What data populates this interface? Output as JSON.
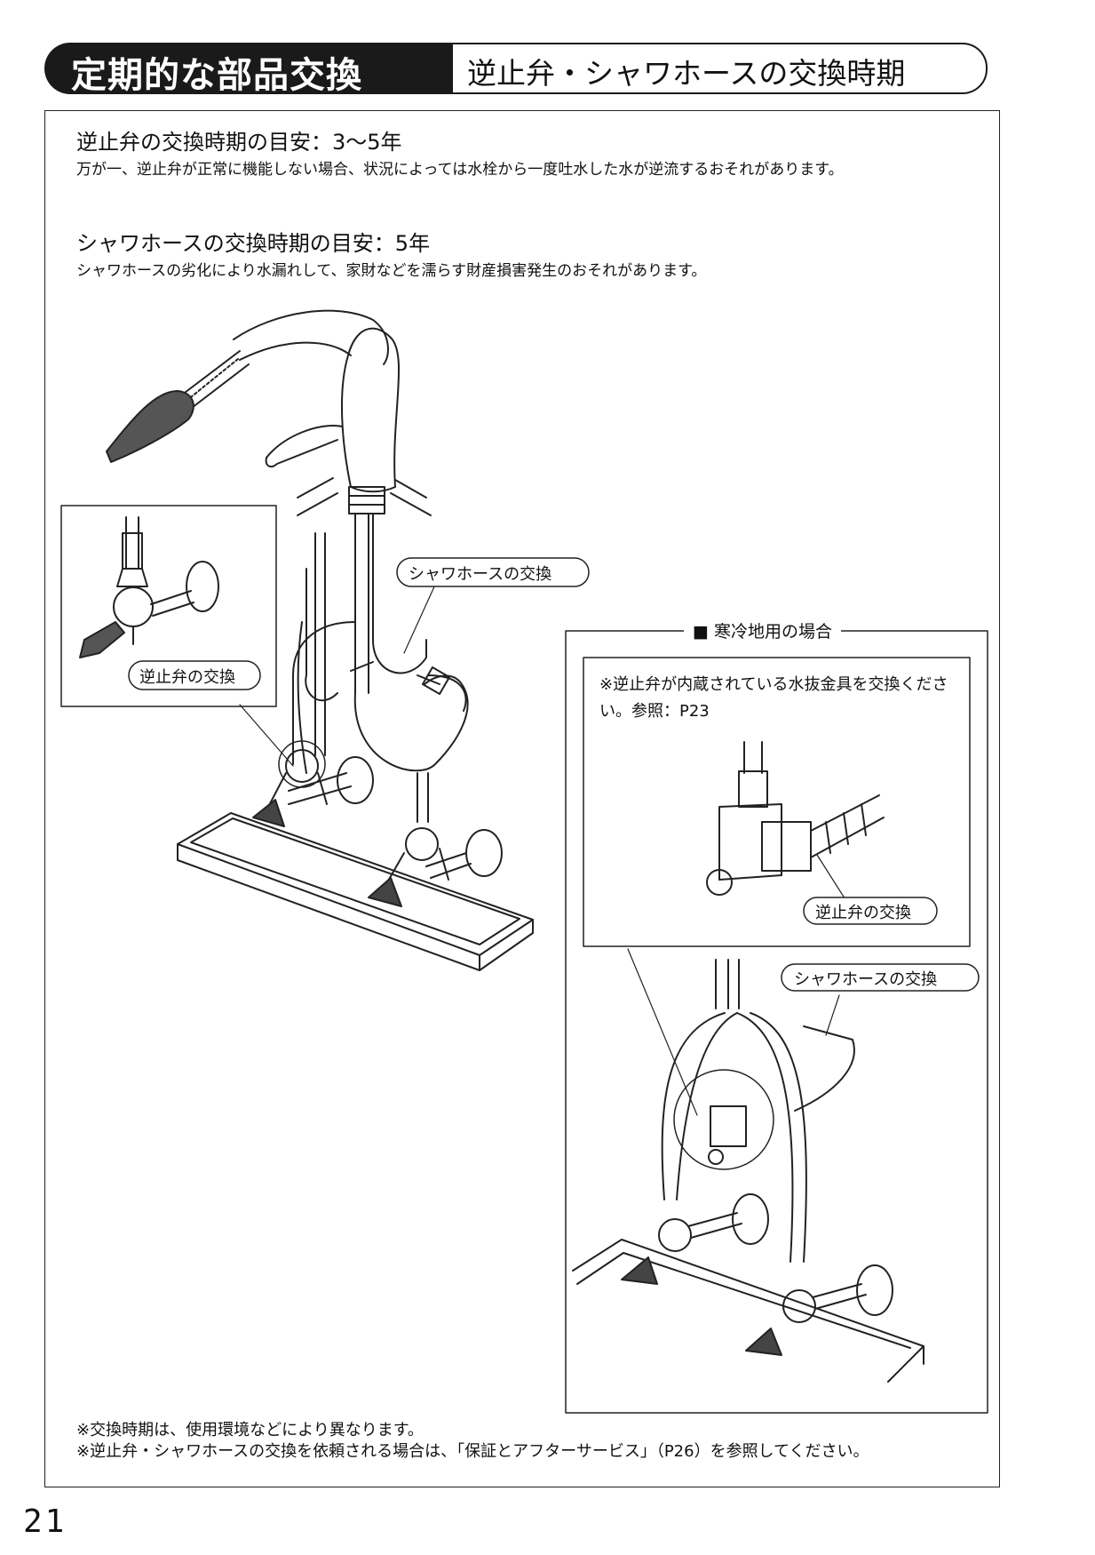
{
  "header": {
    "title": "定期的な部品交換",
    "subtitle": "逆止弁・シャワホースの交換時期"
  },
  "sections": [
    {
      "heading": "逆止弁の交換時期の目安：3〜5年",
      "body": "万が一、逆止弁が正常に機能しない場合、状況によっては水栓から一度吐水した水が逆流するおそれがあります。"
    },
    {
      "heading": "シャワホースの交換時期の目安：5年",
      "body": "シャワホースの劣化により水漏れして、家財などを濡らす財産損害発生のおそれがあります。"
    }
  ],
  "diagram_left": {
    "label_shower_hose": "シャワホースの交換",
    "label_check_valve": "逆止弁の交換"
  },
  "cold_region": {
    "title": "■ 寒冷地用の場合",
    "note": "※逆止弁が内蔵されている水抜金具を交換ください。参照：P23",
    "label_check_valve": "逆止弁の交換",
    "label_shower_hose": "シャワホースの交換"
  },
  "footnotes": [
    "※交換時期は、使用環境などにより異なります。",
    "※逆止弁・シャワホースの交換を依頼される場合は、「保証とアフターサービス」（P26）を参照してください。"
  ],
  "page_number": "21"
}
